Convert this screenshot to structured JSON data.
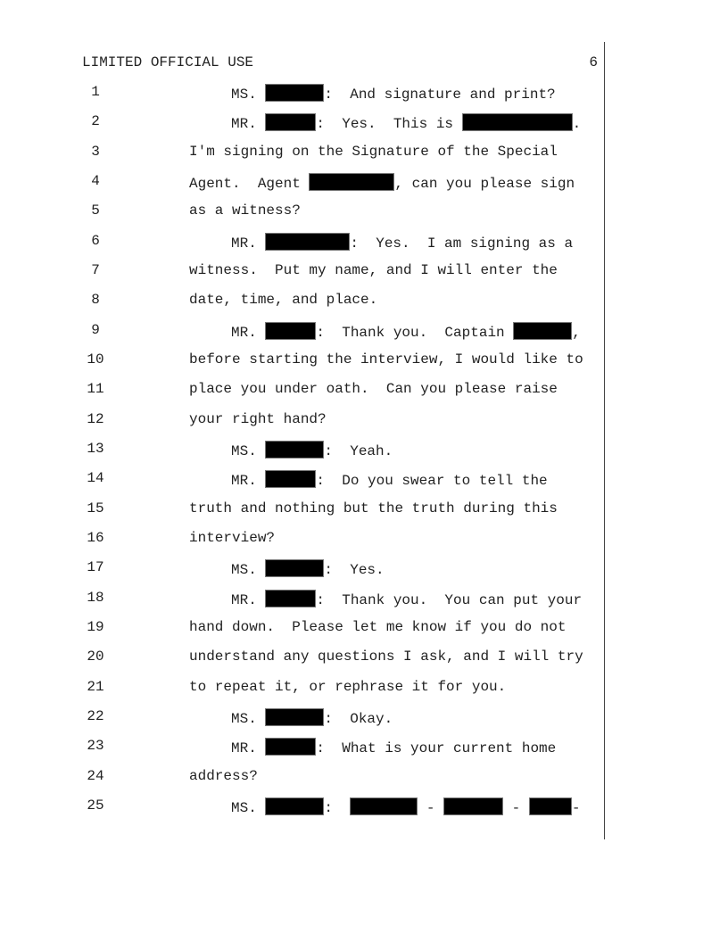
{
  "header": {
    "classification": "LIMITED OFFICIAL USE",
    "page_number": "6"
  },
  "lines": [
    {
      "n": "1",
      "parts": [
        "MS. ",
        ":  And signature and print?"
      ]
    },
    {
      "n": "2",
      "parts": [
        "MR. ",
        ":  Yes.  This is ",
        "."
      ]
    },
    {
      "n": "3",
      "parts": [
        "I'm signing on the Signature of the Special"
      ]
    },
    {
      "n": "4",
      "parts": [
        "Agent.  Agent ",
        ", can you please sign"
      ]
    },
    {
      "n": "5",
      "parts": [
        "as a witness?"
      ]
    },
    {
      "n": "6",
      "parts": [
        "MR. ",
        ":  Yes.  I am signing as a"
      ]
    },
    {
      "n": "7",
      "parts": [
        "witness.  Put my name, and I will enter the"
      ]
    },
    {
      "n": "8",
      "parts": [
        "date, time, and place."
      ]
    },
    {
      "n": "9",
      "parts": [
        "MR. ",
        ":  Thank you.  Captain ",
        ","
      ]
    },
    {
      "n": "10",
      "parts": [
        "before starting the interview, I would like to"
      ]
    },
    {
      "n": "11",
      "parts": [
        "place you under oath.  Can you please raise"
      ]
    },
    {
      "n": "12",
      "parts": [
        "your right hand?"
      ]
    },
    {
      "n": "13",
      "parts": [
        "MS. ",
        ":  Yeah."
      ]
    },
    {
      "n": "14",
      "parts": [
        "MR. ",
        ":  Do you swear to tell the"
      ]
    },
    {
      "n": "15",
      "parts": [
        "truth and nothing but the truth during this"
      ]
    },
    {
      "n": "16",
      "parts": [
        "interview?"
      ]
    },
    {
      "n": "17",
      "parts": [
        "MS. ",
        ":  Yes."
      ]
    },
    {
      "n": "18",
      "parts": [
        "MR. ",
        ":  Thank you.  You can put your"
      ]
    },
    {
      "n": "19",
      "parts": [
        "hand down.  Please let me know if you do not"
      ]
    },
    {
      "n": "20",
      "parts": [
        "understand any questions I ask, and I will try"
      ]
    },
    {
      "n": "21",
      "parts": [
        "to repeat it, or rephrase it for you."
      ]
    },
    {
      "n": "22",
      "parts": [
        "MS. ",
        ":  Okay."
      ]
    },
    {
      "n": "23",
      "parts": [
        "MR. ",
        ":  What is your current home"
      ]
    },
    {
      "n": "24",
      "parts": [
        "address?"
      ]
    },
    {
      "n": "25",
      "parts": [
        "MS. ",
        ":  ",
        " - ",
        " - ",
        "-"
      ]
    }
  ]
}
